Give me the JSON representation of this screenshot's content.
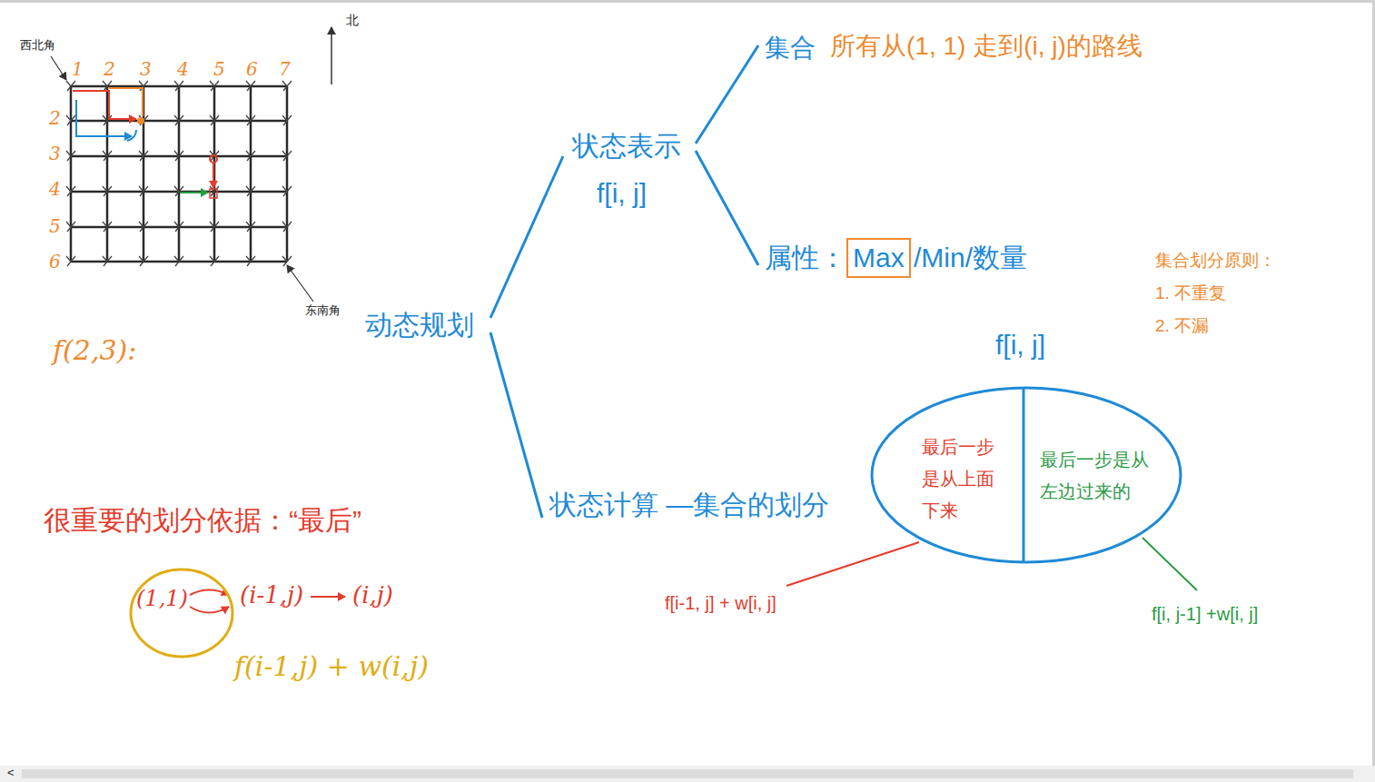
{
  "diagram": {
    "nodes": [
      {
        "text": [
          "(1,1)"
        ]
      },
      {
        "text": [
          "Max"
        ]
      },
      {
        "text": [
          "f[i, j]"
        ]
      },
      {
        "text": [
          "最后一步是从上面下来"
        ],
        "in": 2
      },
      {
        "text": [
          "最后一步是从左边过来的"
        ],
        "in": 2
      }
    ],
    "labels": [
      "北",
      "西北角",
      "东南角",
      "1",
      "2",
      "3",
      "4",
      "5",
      "6",
      "7",
      "2",
      "3",
      "4",
      "5",
      "6",
      "f(2,3):",
      "动态规划",
      "状态表示",
      "f[i, j]",
      "状态计算 —集合的划分",
      "集合",
      "所有从(1, 1) 走到(i, j)的路线",
      "属性：",
      "/Min/数量",
      "集合划分原则：",
      "1. 不重复",
      "2. 不漏",
      "很重要的划分依据：“最后”",
      "f[i-1, j] + w[i, j]",
      "f[i, j-1] +w[i, j]",
      "(i-1,j)",
      "(i,j)",
      "f(i-1,j) + w(i,j)",
      "<"
    ]
  }
}
